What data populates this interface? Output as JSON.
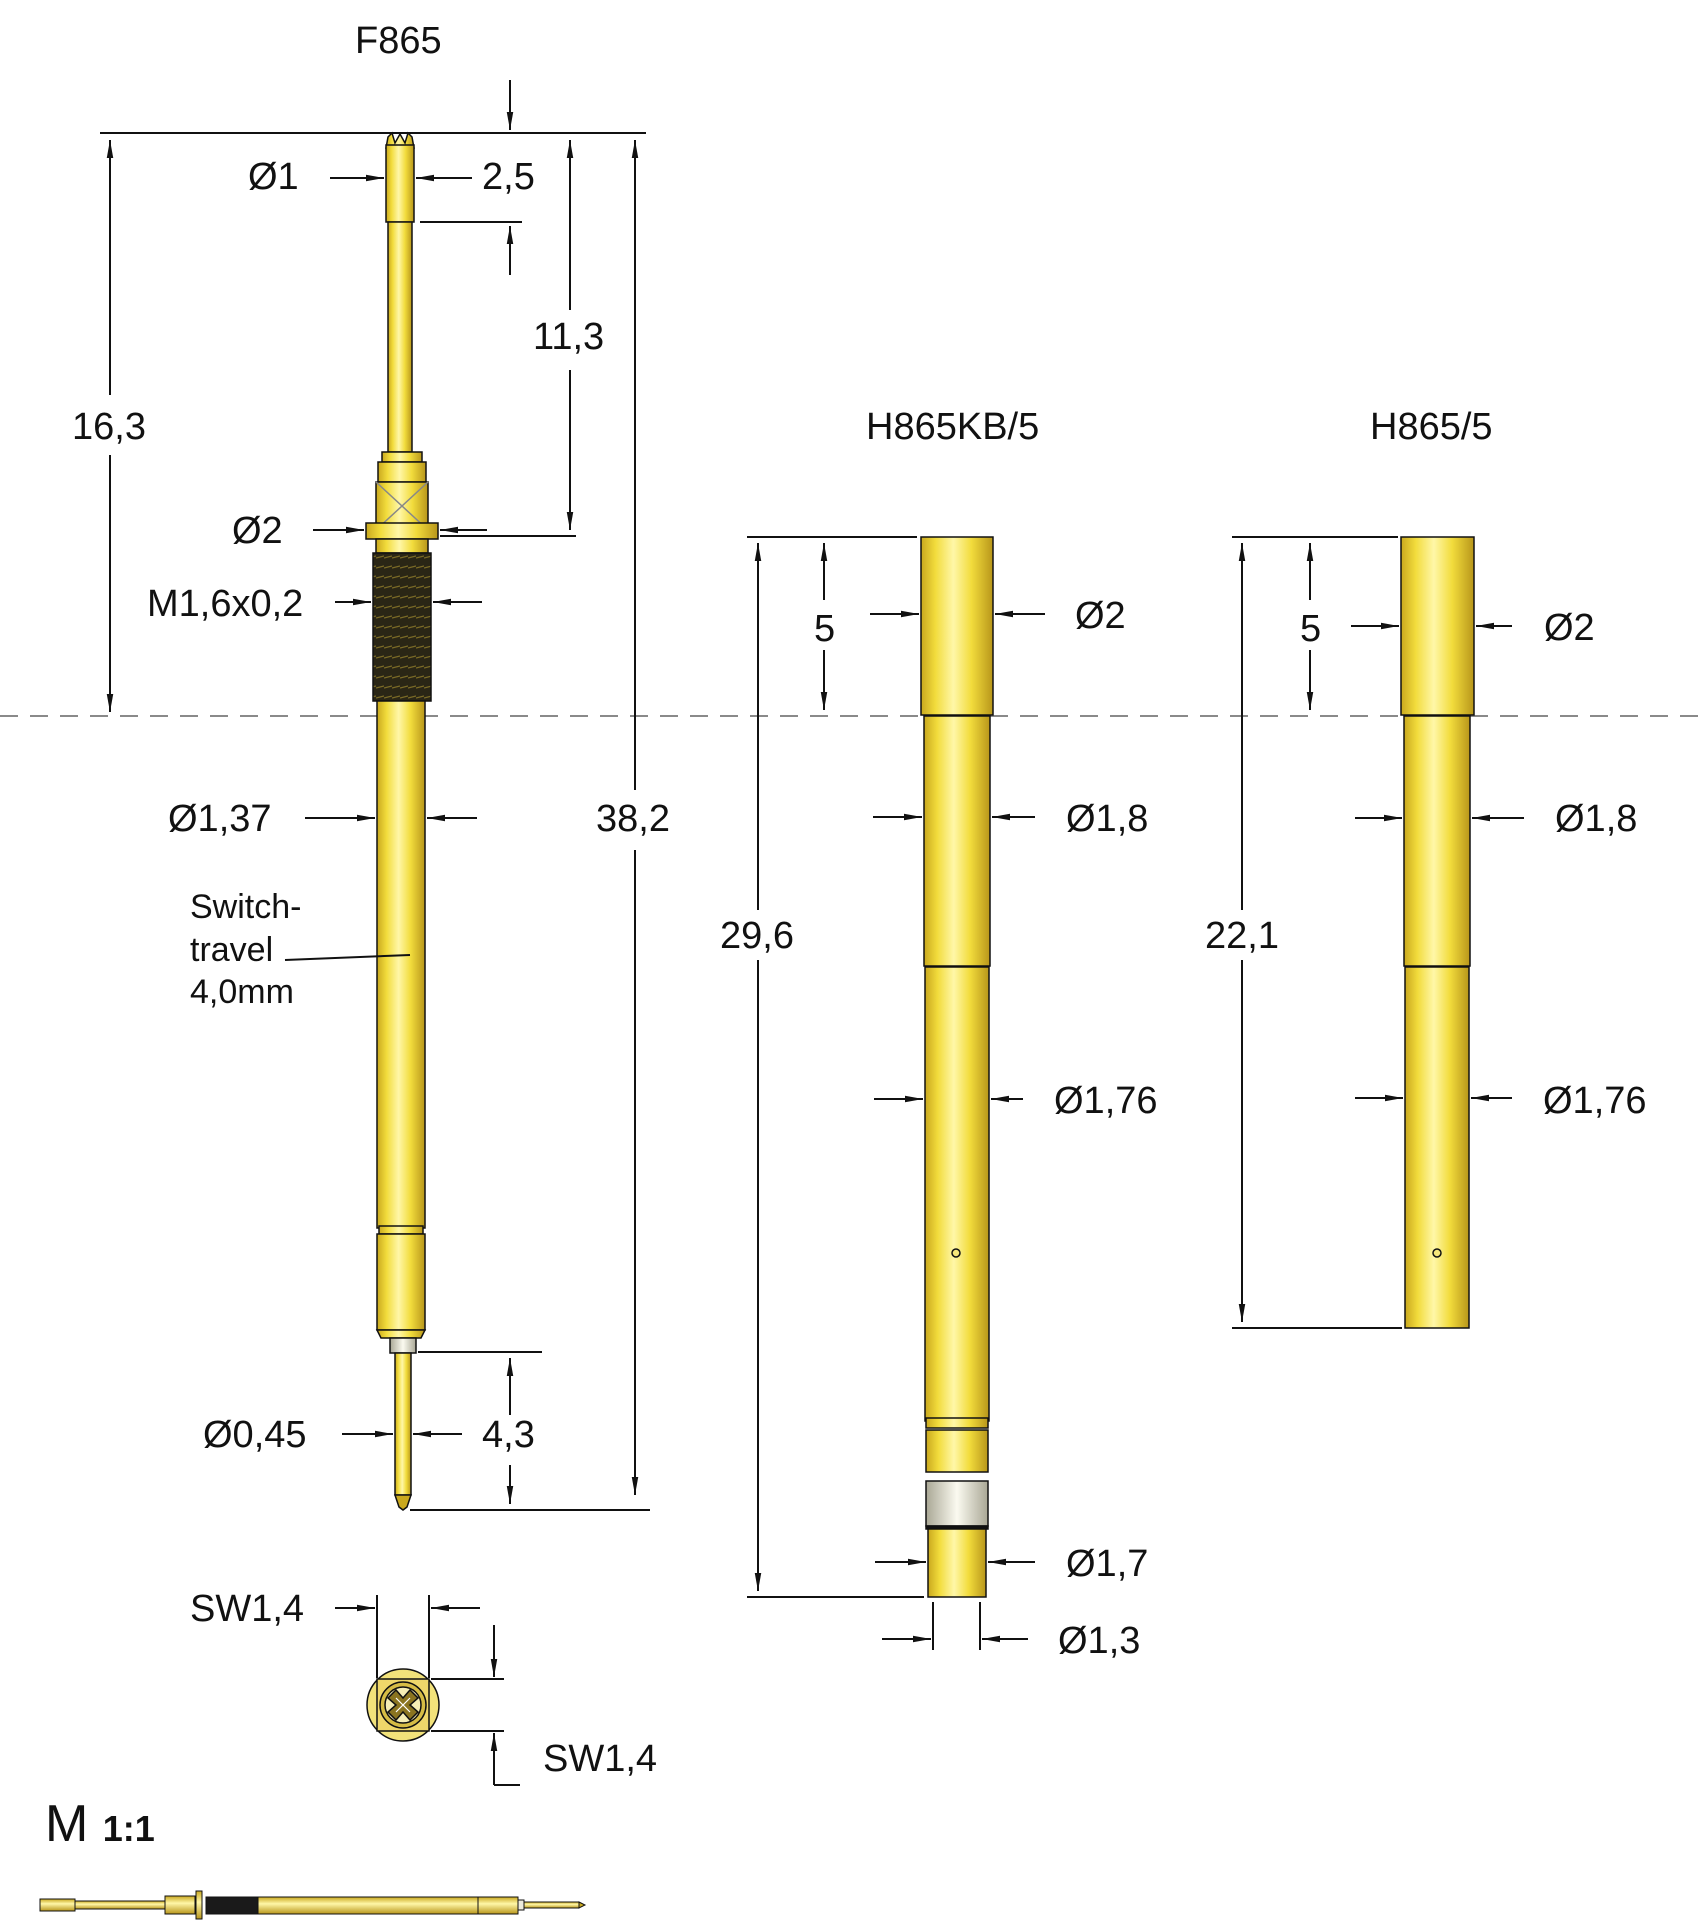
{
  "drawing": {
    "titles": {
      "plunger": "F865",
      "receptacle_kb": "H865KB/5",
      "receptacle": "H865/5"
    },
    "plunger_dims": {
      "tip_diameter": "Ø1",
      "tip_length": "2,5",
      "to_collar": "11,3",
      "to_reference": "16,3",
      "overall_length": "38,2",
      "collar_diameter": "Ø2",
      "thread": "M1,6x0,2",
      "body_diameter": "Ø1,37",
      "switch_note": "Switch-\ntravel\n4,0mm",
      "pin_diameter": "Ø0,45",
      "pin_length": "4,3",
      "hex_width_horizontal": "SW1,4",
      "hex_width_vertical": "SW1,4"
    },
    "kb_dims": {
      "top_length": "5",
      "top_diameter": "Ø2",
      "upper_diameter": "Ø1,8",
      "total_length": "29,6",
      "lower_diameter": "Ø1,76",
      "end_diameter": "Ø1,7",
      "bore_diameter": "Ø1,3"
    },
    "h_dims": {
      "top_length": "5",
      "top_diameter": "Ø2",
      "upper_diameter": "Ø1,8",
      "total_length": "22,1",
      "lower_diameter": "Ø1,76"
    },
    "scale": {
      "letter": "M",
      "ratio": "1:1"
    },
    "colors": {
      "gold": "#F2DC3C",
      "gold_dark": "#C9A81E",
      "gold_light": "#FFF7A8",
      "thread": "#2A2615",
      "insulator": "#EDEBDC",
      "dashed_ref": "#8A8A8A",
      "line": "#111111"
    }
  }
}
